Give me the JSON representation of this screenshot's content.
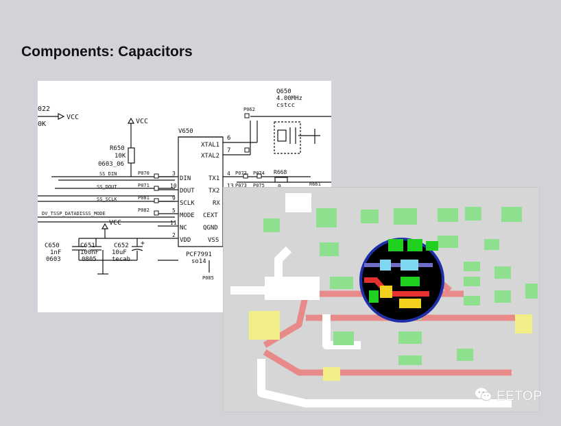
{
  "slide": {
    "title": "Components: Capacitors"
  },
  "schematic": {
    "top_left": {
      "ref": "022",
      "val": "0K"
    },
    "vcc": "VCC",
    "r650": {
      "ref": "R650",
      "val": "10K",
      "pkg": "0603_06"
    },
    "crystal": {
      "ref": "Q650",
      "freq": "4.00MHz",
      "pkg": "cstcc"
    },
    "ic": {
      "ref": "V650",
      "part": "PCF7991",
      "pkg": "so14",
      "pins_left": [
        "DIN",
        "DOUT",
        "SCLK",
        "MODE",
        "NC",
        "VDD"
      ],
      "pins_right": [
        "TX1",
        "TX2",
        "RX",
        "CEXT",
        "QGND",
        "VSS"
      ],
      "pin_nums_left": [
        "3",
        "10",
        "9",
        "5",
        "11",
        "2"
      ],
      "xtal1": "XTAL1",
      "xtal2": "XTAL2",
      "pin6": "6",
      "pin7": "7",
      "pin4": "4",
      "pin13": "13"
    },
    "nets": [
      "SS_DIN",
      "SS_DOUT",
      "SS_SCLK",
      "DV_TSSP_DATADISSS_MODE"
    ],
    "testpoints": [
      "P070",
      "P071",
      "P081",
      "P082",
      "P072",
      "P073",
      "P074",
      "P075",
      "P085",
      "P062"
    ],
    "r668": {
      "ref": "R668",
      "val": "0"
    },
    "r661": "R661",
    "c650": {
      "ref": "C650",
      "val": "1nF",
      "pkg": "0603"
    },
    "c651": {
      "ref": "C651",
      "val": "100nF",
      "pkg": "0805"
    },
    "c652": {
      "ref": "C652",
      "val": "10uF",
      "pkg": "tecab"
    }
  },
  "watermark": {
    "text": "EETOP",
    "icon": "wechat-icon"
  },
  "colors": {
    "highlight": "#1f2fa8",
    "pcb_pad": "#8ee08e",
    "pcb_trace": "#e98a8a",
    "pcb_yellow": "#f2ee88"
  }
}
